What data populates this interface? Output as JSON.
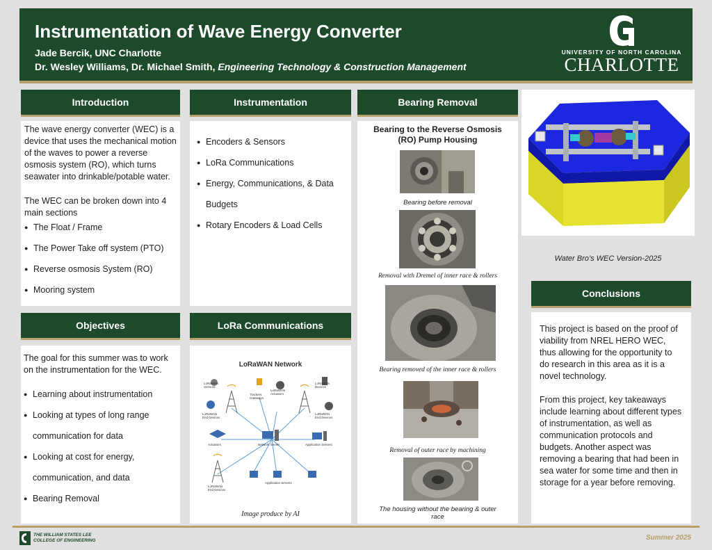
{
  "header": {
    "title": "Instrumentation of Wave Energy Converter",
    "authors": "Jade Bercik,  UNC Charlotte",
    "advisors": "Dr. Wesley Williams, Dr. Michael Smith, ",
    "department": "Engineering Technology & Construction Management",
    "logo_university": "UNIVERSITY OF NORTH CAROLINA",
    "logo_city": "CHARLOTTE"
  },
  "introduction": {
    "heading": "Introduction",
    "para1": "The wave energy converter (WEC) is a device that uses the mechanical motion of the waves to power a reverse osmosis system (RO), which turns seawater into drinkable/potable water.",
    "para2": "The WEC can be broken down into 4 main sections",
    "items": [
      "The Float / Frame",
      "The Power Take off system (PTO)",
      "Reverse osmosis System (RO)",
      "Mooring system"
    ]
  },
  "instrumentation": {
    "heading": "Instrumentation",
    "items": [
      "Encoders & Sensors",
      "LoRa Communications",
      "Energy, Communications, & Data",
      "Budgets",
      "Rotary Encoders & Load Cells"
    ]
  },
  "bearing": {
    "heading": "Bearing Removal",
    "subtitle": "Bearing to the Reverse Osmosis (RO) Pump Housing",
    "captions": [
      "Bearing before removal",
      "Removal with Dremel of  inner race & rollers",
      "Bearing removed of the inner race & rollers",
      "Removal of outer  race by machining",
      "The housing without the bearing & outer race"
    ]
  },
  "wec_image": {
    "caption": "Water Bro’s WEC Version-2025"
  },
  "objectives": {
    "heading": "Objectives",
    "para": "The goal for this summer was to work on the instrumentation for the WEC.",
    "items": [
      "Learning about instrumentation",
      "Looking at types of long range",
      "communication for data",
      "Looking at cost for energy,",
      "communication, and data",
      "Bearing Removal"
    ]
  },
  "lora": {
    "heading": "LoRa Communications",
    "diagram_title": "LoRaWAN Network",
    "labels": {
      "sensors": "LoRaWAN Sensors",
      "trackers": "Trackers Gateways",
      "actuators_top": "LoRaWAN Actuators",
      "devices": "LoRaWAN Devices",
      "end_left": "LoRaWAN End Devices",
      "end_right": "LoRaWAN End Devices",
      "actuators": "Actuators",
      "network_server": "Network Server",
      "app_servers_right": "Application Servers",
      "end_bottom": "LoRaWAN End Devices",
      "app_servers_bottom": "Application Servers"
    },
    "caption": "Image produce by AI"
  },
  "conclusions": {
    "heading": "Conclusions",
    "para1": "This project is based on the proof of viability from NREL HERO WEC, thus allowing for the opportunity to do research in this area as it is a novel technology.",
    "para2": "From this project, key takeaways include learning about different types of instrumentation, as well as communication protocols and budgets. Another aspect was removing a bearing that had been in sea water for some time and then in storage for a year before removing."
  },
  "footer": {
    "college_line1": "THE WILLIAM STATES LEE",
    "college_line2": "COLLEGE OF ENGINEERING",
    "season": "Summer 2025"
  }
}
